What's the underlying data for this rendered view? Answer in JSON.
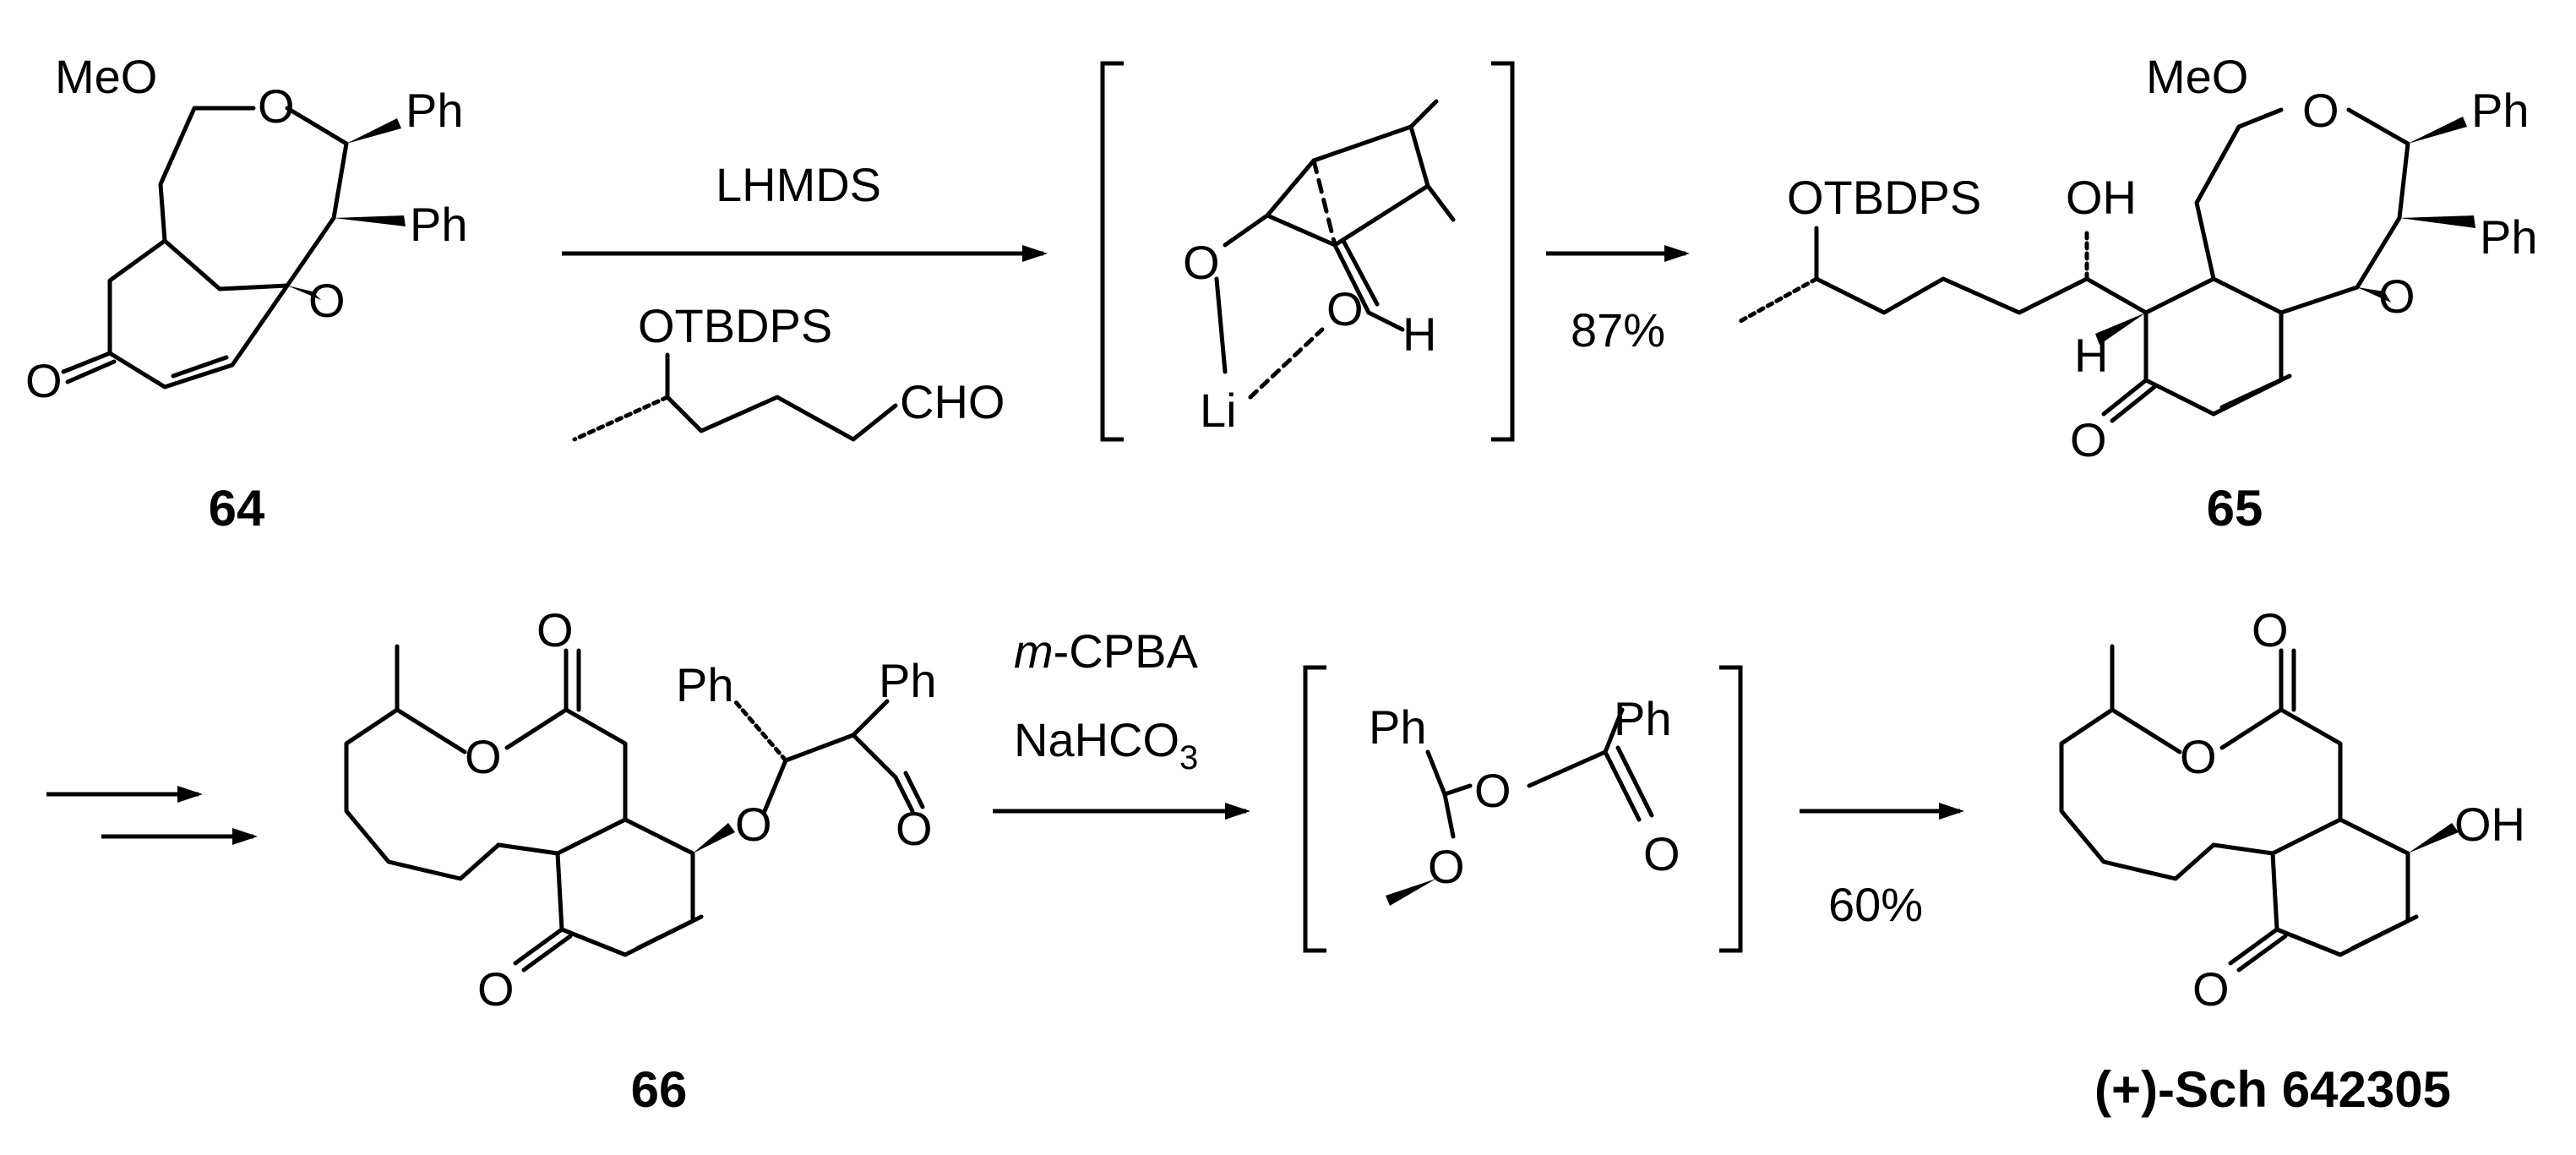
{
  "atoms": {
    "meo": "MeO",
    "o": "O",
    "ph": "Ph",
    "oh": "OH",
    "h": "H",
    "li": "Li",
    "otbdps": "OTBDPS",
    "cho": "CHO"
  },
  "compounds": {
    "c64": "64",
    "c65": "65",
    "c66": "66",
    "product": "(+)-Sch 642305"
  },
  "reagents": {
    "step1_top": "LHMDS",
    "step2_yield": "87%",
    "step3_m": "m",
    "step3_cpba": "-CPBA",
    "step3_nahco": "NaHCO",
    "step3_sub": "3",
    "step4_yield": "60%"
  }
}
